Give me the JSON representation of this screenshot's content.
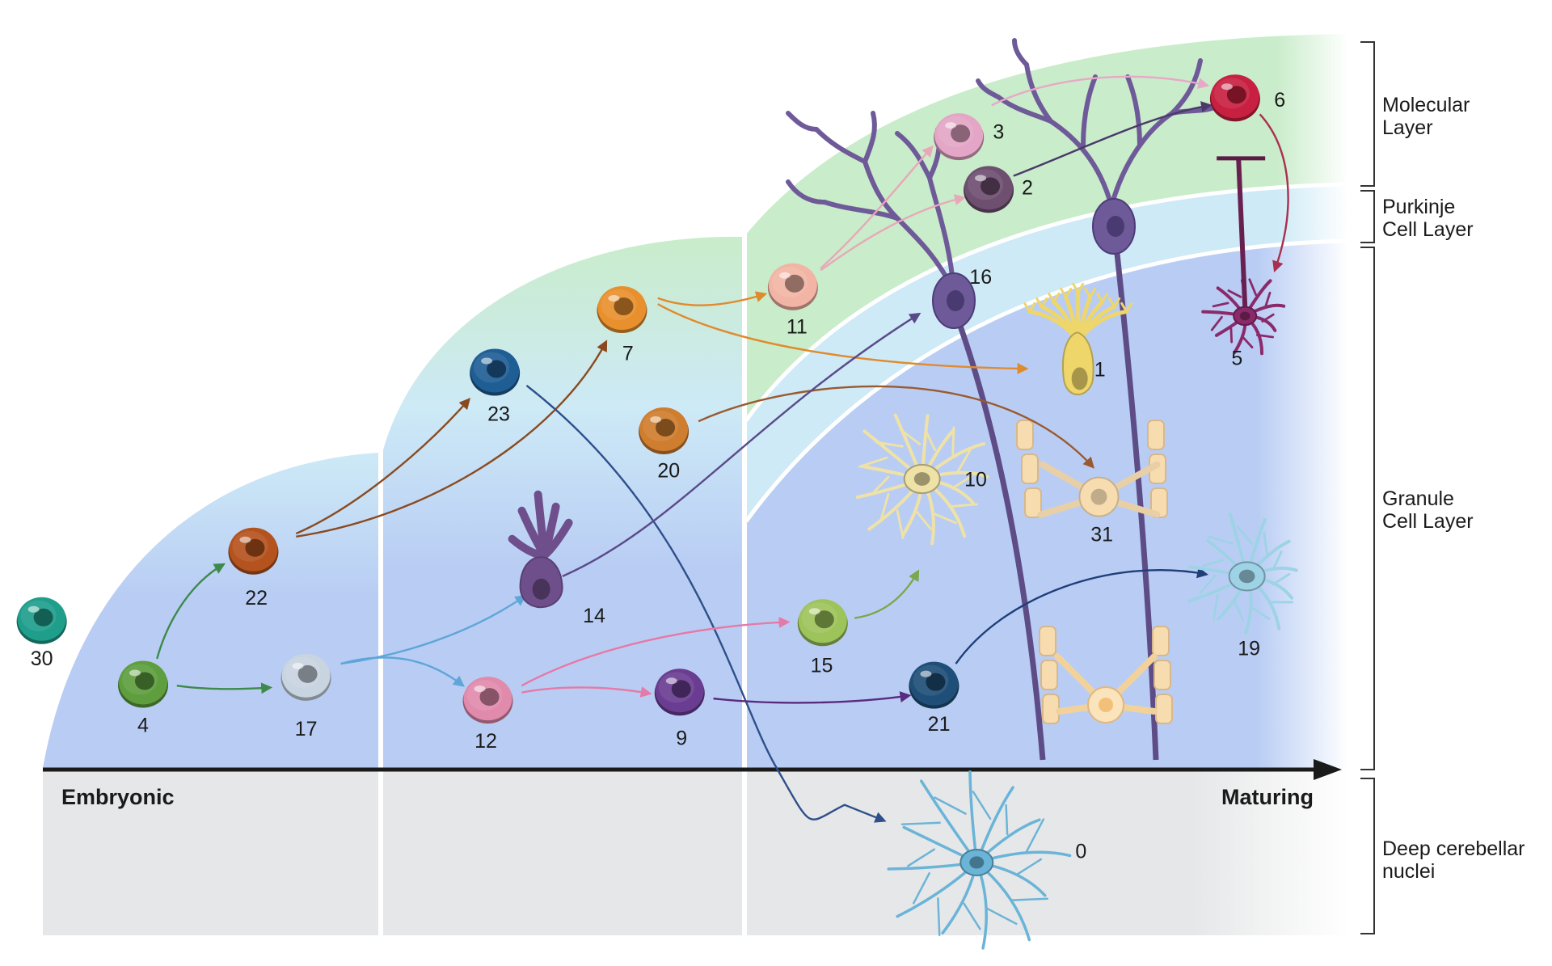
{
  "axis": {
    "start_label": "Embryonic",
    "end_label": "Maturing"
  },
  "layers": [
    {
      "id": "molecular",
      "line1": "Molecular",
      "line2": "Layer"
    },
    {
      "id": "purkinje",
      "line1": "Purkinje",
      "line2": "Cell Layer"
    },
    {
      "id": "granule",
      "line1": "Granule",
      "line2": "Cell Layer"
    },
    {
      "id": "dcn",
      "line1": "Deep cerebellar",
      "line2": "nuclei"
    }
  ],
  "colors": {
    "molecular_layer": "#c9ecca",
    "purkinje_layer": "#cdeaf6",
    "granule_layer": "#b9cdf4",
    "dcn_region": "#e6e7e8",
    "axis": "#1a1a1a"
  },
  "cells": [
    {
      "id": "30",
      "label": "30",
      "shape": "round",
      "color": "#1f9e8c"
    },
    {
      "id": "4",
      "label": "4",
      "shape": "round",
      "color": "#5e9e3e"
    },
    {
      "id": "22",
      "label": "22",
      "shape": "round",
      "color": "#b4531e"
    },
    {
      "id": "17",
      "label": "17",
      "shape": "round",
      "color": "#c8d4e0"
    },
    {
      "id": "23",
      "label": "23",
      "shape": "round",
      "color": "#1f5e95"
    },
    {
      "id": "7",
      "label": "7",
      "shape": "round",
      "color": "#e8902e"
    },
    {
      "id": "20",
      "label": "20",
      "shape": "round",
      "color": "#cf7d2e"
    },
    {
      "id": "14",
      "label": "14",
      "shape": "purkinje-immature-icon",
      "color": "#6e4f8c"
    },
    {
      "id": "12",
      "label": "12",
      "shape": "round",
      "color": "#e08aac"
    },
    {
      "id": "9",
      "label": "9",
      "shape": "round",
      "color": "#6a3d92"
    },
    {
      "id": "11",
      "label": "11",
      "shape": "round",
      "color": "#f2b4a4"
    },
    {
      "id": "16",
      "label": "16",
      "shape": "purkinje-neuron-icon",
      "color": "#6e4f8c"
    },
    {
      "id": "3",
      "label": "3",
      "shape": "round",
      "color": "#e4a6c6"
    },
    {
      "id": "2",
      "label": "2",
      "shape": "round",
      "color": "#6e4f70"
    },
    {
      "id": "6",
      "label": "6",
      "shape": "round",
      "color": "#c82040"
    },
    {
      "id": "1",
      "label": "1",
      "shape": "bergmann-glia-icon",
      "color": "#efd66a"
    },
    {
      "id": "5",
      "label": "5",
      "shape": "interneuron-icon",
      "color": "#8a2a6a"
    },
    {
      "id": "10",
      "label": "10",
      "shape": "astrocyte-icon",
      "color": "#efe2a6"
    },
    {
      "id": "31",
      "label": "31",
      "shape": "granule-neuron-icon",
      "color": "#f7dcb0"
    },
    {
      "id": "15",
      "label": "15",
      "shape": "round",
      "color": "#9dc45a"
    },
    {
      "id": "21",
      "label": "21",
      "shape": "round",
      "color": "#1f4f78"
    },
    {
      "id": "19",
      "label": "19",
      "shape": "oligodendrocyte-icon",
      "color": "#9ed3e6"
    },
    {
      "id": "0",
      "label": "0",
      "shape": "dcn-neuron-icon",
      "color": "#6ab4d8"
    }
  ],
  "transitions": [
    {
      "from": "4",
      "to": "22",
      "color": "#3d8a4a"
    },
    {
      "from": "4",
      "to": "17",
      "color": "#3d8a4a"
    },
    {
      "from": "22",
      "to": "23",
      "color": "#8a4a20"
    },
    {
      "from": "22",
      "to": "7",
      "color": "#8a4a20"
    },
    {
      "from": "17",
      "to": "14",
      "color": "#5fa6d8"
    },
    {
      "from": "17",
      "to": "12",
      "color": "#5fa6d8"
    },
    {
      "from": "7",
      "to": "11",
      "color": "#e08a2e"
    },
    {
      "from": "7",
      "to": "1",
      "color": "#e08a2e"
    },
    {
      "from": "23",
      "to": "0",
      "color": "#2e4f8a"
    },
    {
      "from": "20",
      "to": "31",
      "color": "#9a5a30"
    },
    {
      "from": "14",
      "to": "16",
      "color": "#5a4a8a"
    },
    {
      "from": "12",
      "to": "15",
      "color": "#e57aa8"
    },
    {
      "from": "12",
      "to": "9",
      "color": "#e57aa8"
    },
    {
      "from": "9",
      "to": "21",
      "color": "#5a2a80"
    },
    {
      "from": "11",
      "to": "3",
      "color": "#e8a8b8"
    },
    {
      "from": "11",
      "to": "2",
      "color": "#e8a8b8"
    },
    {
      "from": "3",
      "to": "6",
      "color": "#e8a8c8"
    },
    {
      "from": "2",
      "to": "6",
      "color": "#4a3a6a"
    },
    {
      "from": "6",
      "to": "5",
      "color": "#a83050"
    },
    {
      "from": "15",
      "to": "10",
      "color": "#7aa84a"
    },
    {
      "from": "21",
      "to": "19",
      "color": "#1f3f78"
    }
  ]
}
